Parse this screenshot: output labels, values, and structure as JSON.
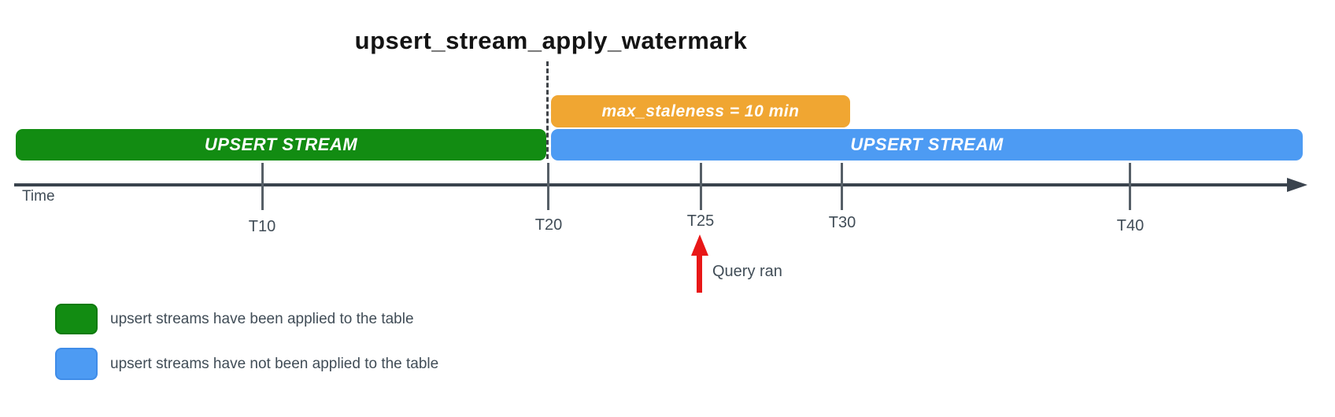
{
  "title": "upsert_stream_apply_watermark",
  "bars": {
    "applied": {
      "label": "UPSERT STREAM",
      "color": "#128c12"
    },
    "not_applied": {
      "label": "UPSERT STREAM",
      "color": "#4d9bf3"
    },
    "staleness": {
      "label": "max_staleness = 10 min",
      "color": "#f0a632"
    }
  },
  "timeline": {
    "axis_label": "Time",
    "axis_color": "#3a434d",
    "tick_color": "#565f67",
    "ticks": [
      {
        "label": "T10"
      },
      {
        "label": "T20"
      },
      {
        "label": "T25"
      },
      {
        "label": "T30"
      },
      {
        "label": "T40"
      }
    ]
  },
  "annotation": {
    "label": "Query ran",
    "arrow_color": "#e81717"
  },
  "legend": [
    {
      "label": "upsert streams have been applied to the table",
      "color": "#128c12"
    },
    {
      "label": "upsert streams have not been applied to the table",
      "color": "#4d9bf3"
    }
  ],
  "colors": {
    "text": "#414d57",
    "title": "#141414",
    "dashed_line": "#3f4348",
    "background": "#ffffff"
  }
}
